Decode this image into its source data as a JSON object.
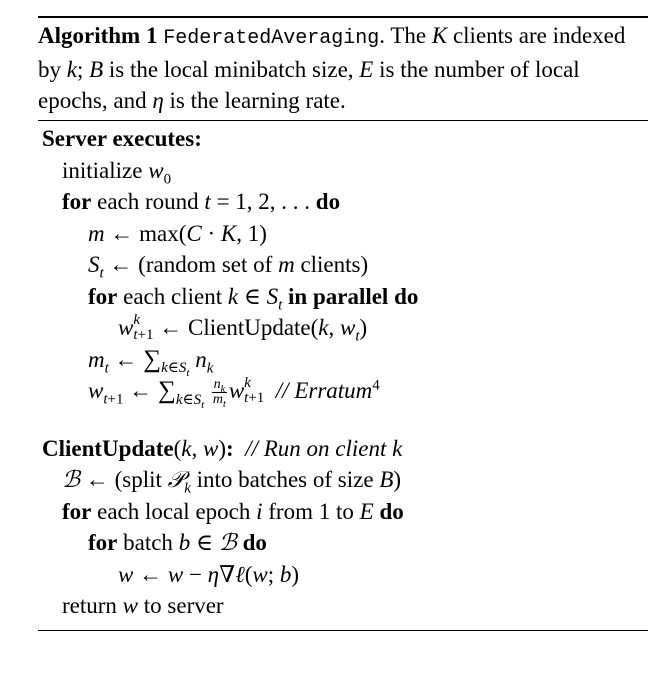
{
  "caption": {
    "label": "Algorithm 1",
    "name": "FederatedAveraging",
    "text": ". The K clients are indexed by k; B is the local minibatch size, E is the number of local epochs, and η is the learning rate."
  },
  "lines": [
    "Server executes:",
    "initialize w0",
    "for each round t = 1, 2, . . . do",
    "m ← max(C · K, 1)",
    "St ← (random set of m clients)",
    "for each client k ∈ St in parallel do",
    "w^k_{t+1} ← ClientUpdate(k, wt)",
    "mt ← Σ_{k∈St} nk",
    "w_{t+1} ← Σ_{k∈St} (nk/mt) w^k_{t+1}   // Erratum^4",
    "ClientUpdate(k, w):   // Run on client k",
    "B ← (split Pk into batches of size B)",
    "for each local epoch i from 1 to E do",
    "for batch b ∈ B do",
    "w ← w − η∇ℓ(w; b)",
    "return w to server"
  ]
}
